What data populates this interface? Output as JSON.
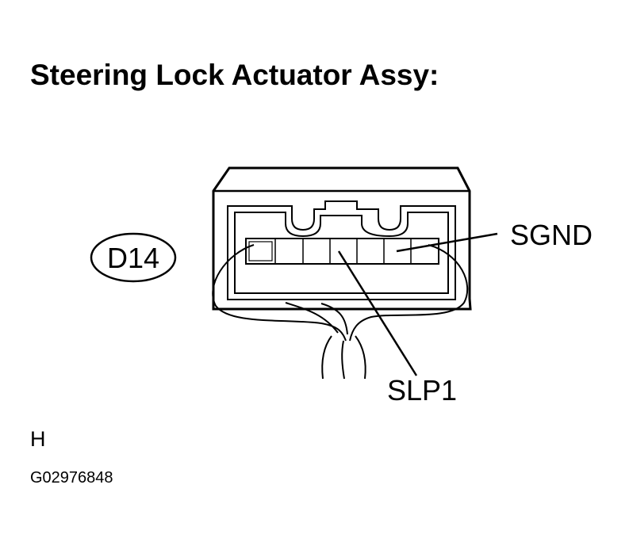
{
  "title": "Steering Lock Actuator Assy:",
  "connector": {
    "code": "D14",
    "pins": [
      {
        "label": "SGND"
      },
      {
        "label": "SLP1"
      }
    ]
  },
  "view_side": "H",
  "figure_id": "G02976848"
}
